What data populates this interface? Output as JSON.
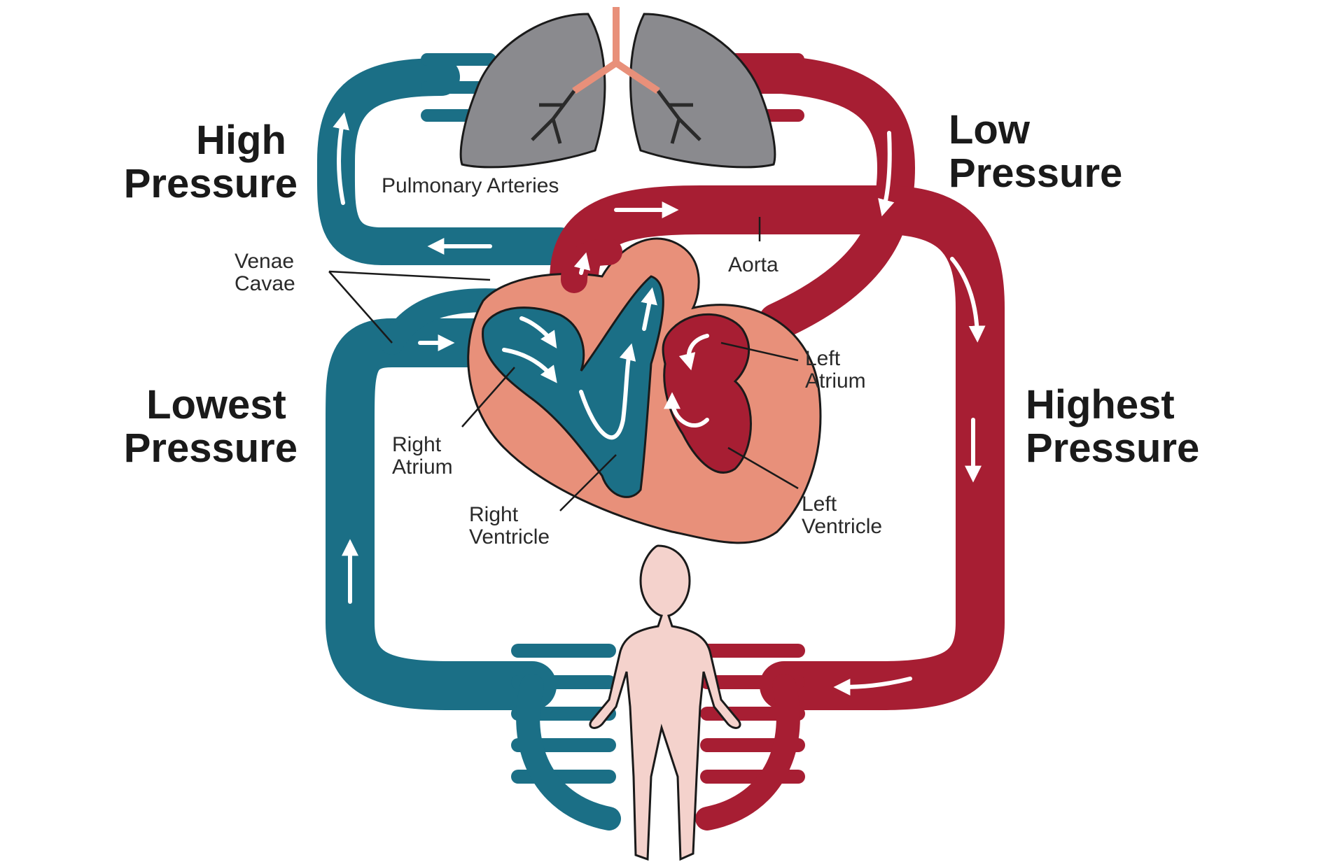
{
  "labels": {
    "high_pressure": [
      "High",
      "Pressure"
    ],
    "low_pressure": [
      "Low",
      "Pressure"
    ],
    "lowest_pressure": [
      "Lowest",
      "Pressure"
    ],
    "highest_pressure": [
      "Highest",
      "Pressure"
    ],
    "pulmonary_arteries": "Pulmonary Arteries",
    "venae_cavae": [
      "Venae",
      "Cavae"
    ],
    "aorta": "Aorta",
    "left_atrium": [
      "Left",
      "Atrium"
    ],
    "right_atrium": [
      "Right",
      "Atrium"
    ],
    "right_ventricle": [
      "Right",
      "Ventricle"
    ],
    "left_ventricle": [
      "Left",
      "Ventricle"
    ]
  },
  "colors": {
    "deoxygenated_blood": "#1b6f86",
    "oxygenated_blood": "#a71e33",
    "heart_muscle": "#e8907a",
    "lungs": "#8a8a8e",
    "body_figure": "#f4d2cc",
    "flow_arrows": "#ffffff"
  },
  "icons": {
    "lungs": "lungs-icon",
    "heart": "heart-icon",
    "body": "human-body-icon",
    "flow": "flow-arrow-icon"
  }
}
